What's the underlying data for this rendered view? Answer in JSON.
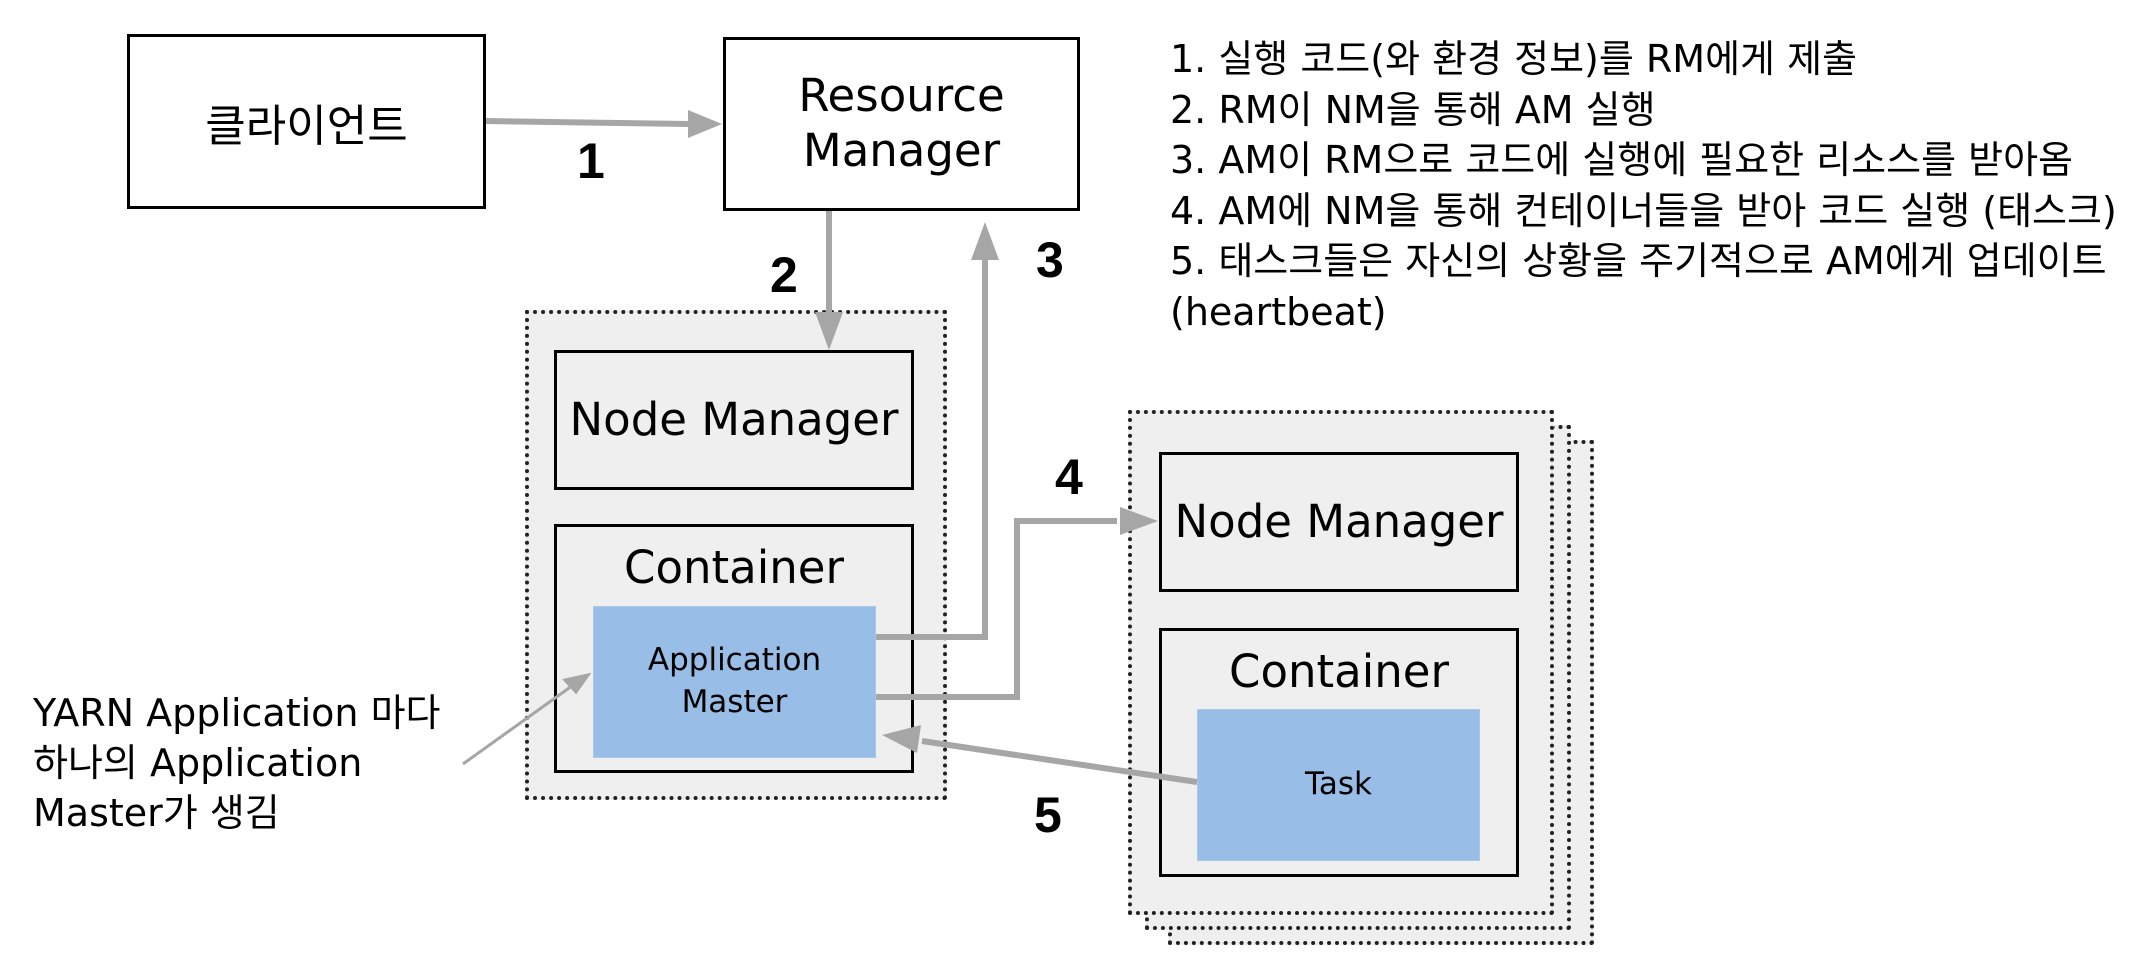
{
  "diagram": {
    "client": "클라이언트",
    "resource_manager": "Resource\nManager",
    "left_node": {
      "node_manager": "Node Manager",
      "container": "Container",
      "app_master": "Application\nMaster"
    },
    "right_node": {
      "node_manager": "Node Manager",
      "container": "Container",
      "task": "Task"
    },
    "step_numbers": [
      "1",
      "2",
      "3",
      "4",
      "5"
    ],
    "notes": [
      "1. 실행 코드(와 환경 정보)를 RM에게 제출",
      "2. RM이 NM을 통해 AM 실행",
      "3. AM이 RM으로 코드에 실행에 필요한 리소스를 받아옴",
      "4. AM에 NM을 통해 컨테이너들을 받아 코드 실행 (태스크)",
      "5. 태스크들은 자신의 상황을 주기적으로 AM에게 업데이트",
      "(heartbeat)"
    ],
    "side_note": [
      "YARN Application 마다",
      "하나의 Application",
      "Master가 생김"
    ],
    "colors": {
      "arrow": "#a6a6a6",
      "box_fill": "#efefef",
      "app_fill": "#98bde6"
    }
  }
}
